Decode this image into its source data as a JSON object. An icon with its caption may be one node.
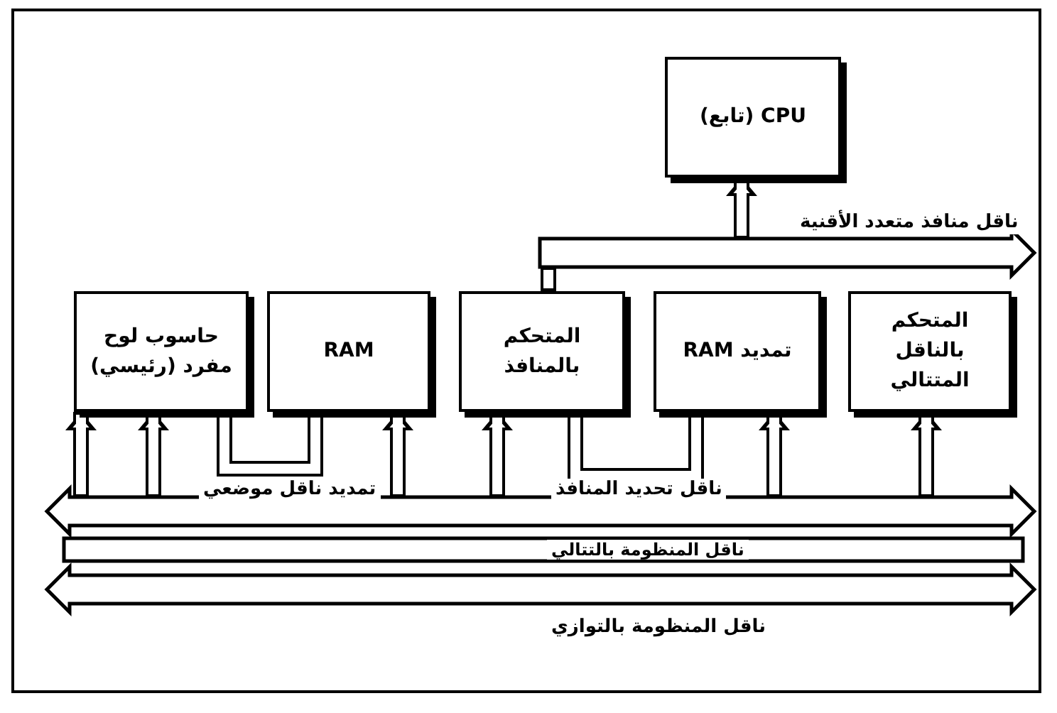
{
  "diagram": {
    "nodes": [
      {
        "text": [
          "CPU (تابع)"
        ]
      },
      {
        "text": [],
        "shape": "bar",
        "beside": [
          "ناقل منافذ متعدد الأقنية"
        ]
      },
      {
        "text": [
          "حاسوب لوح مفرد (رئيسي)"
        ]
      },
      {
        "text": [
          "RAM"
        ]
      },
      {
        "text": [
          "المتحكم بالمنافذ"
        ]
      },
      {
        "text": [
          "تمديد RAM"
        ]
      },
      {
        "text": [
          "المتحكم بالناقل المتتالي"
        ]
      },
      {
        "text": [],
        "shape": "bar",
        "beside": [
          "تمديد ناقل موضعي",
          "ناقل تحديد المنافذ"
        ]
      },
      {
        "text": [
          "ناقل المنظومة بالتتالي"
        ]
      },
      {
        "text": [],
        "shape": "bar",
        "beside": [
          "ناقل المنظومة بالتوازي"
        ]
      }
    ],
    "edges": [
      {
        "from": 1,
        "to": 0,
        "arrow": "to"
      },
      {
        "from": 4,
        "to": 1,
        "arrow": "none"
      },
      {
        "from": 7,
        "to": 2,
        "arrow": "to"
      },
      {
        "from": 7,
        "to": 2,
        "arrow": "to"
      },
      {
        "from": 2,
        "to": 3,
        "arrow": "both"
      },
      {
        "from": 7,
        "to": 3,
        "arrow": "to"
      },
      {
        "from": 7,
        "to": 4,
        "arrow": "to"
      },
      {
        "from": 4,
        "to": 5,
        "arrow": "both"
      },
      {
        "from": 7,
        "to": 5,
        "arrow": "to"
      },
      {
        "from": 7,
        "to": 6,
        "arrow": "to"
      }
    ]
  }
}
